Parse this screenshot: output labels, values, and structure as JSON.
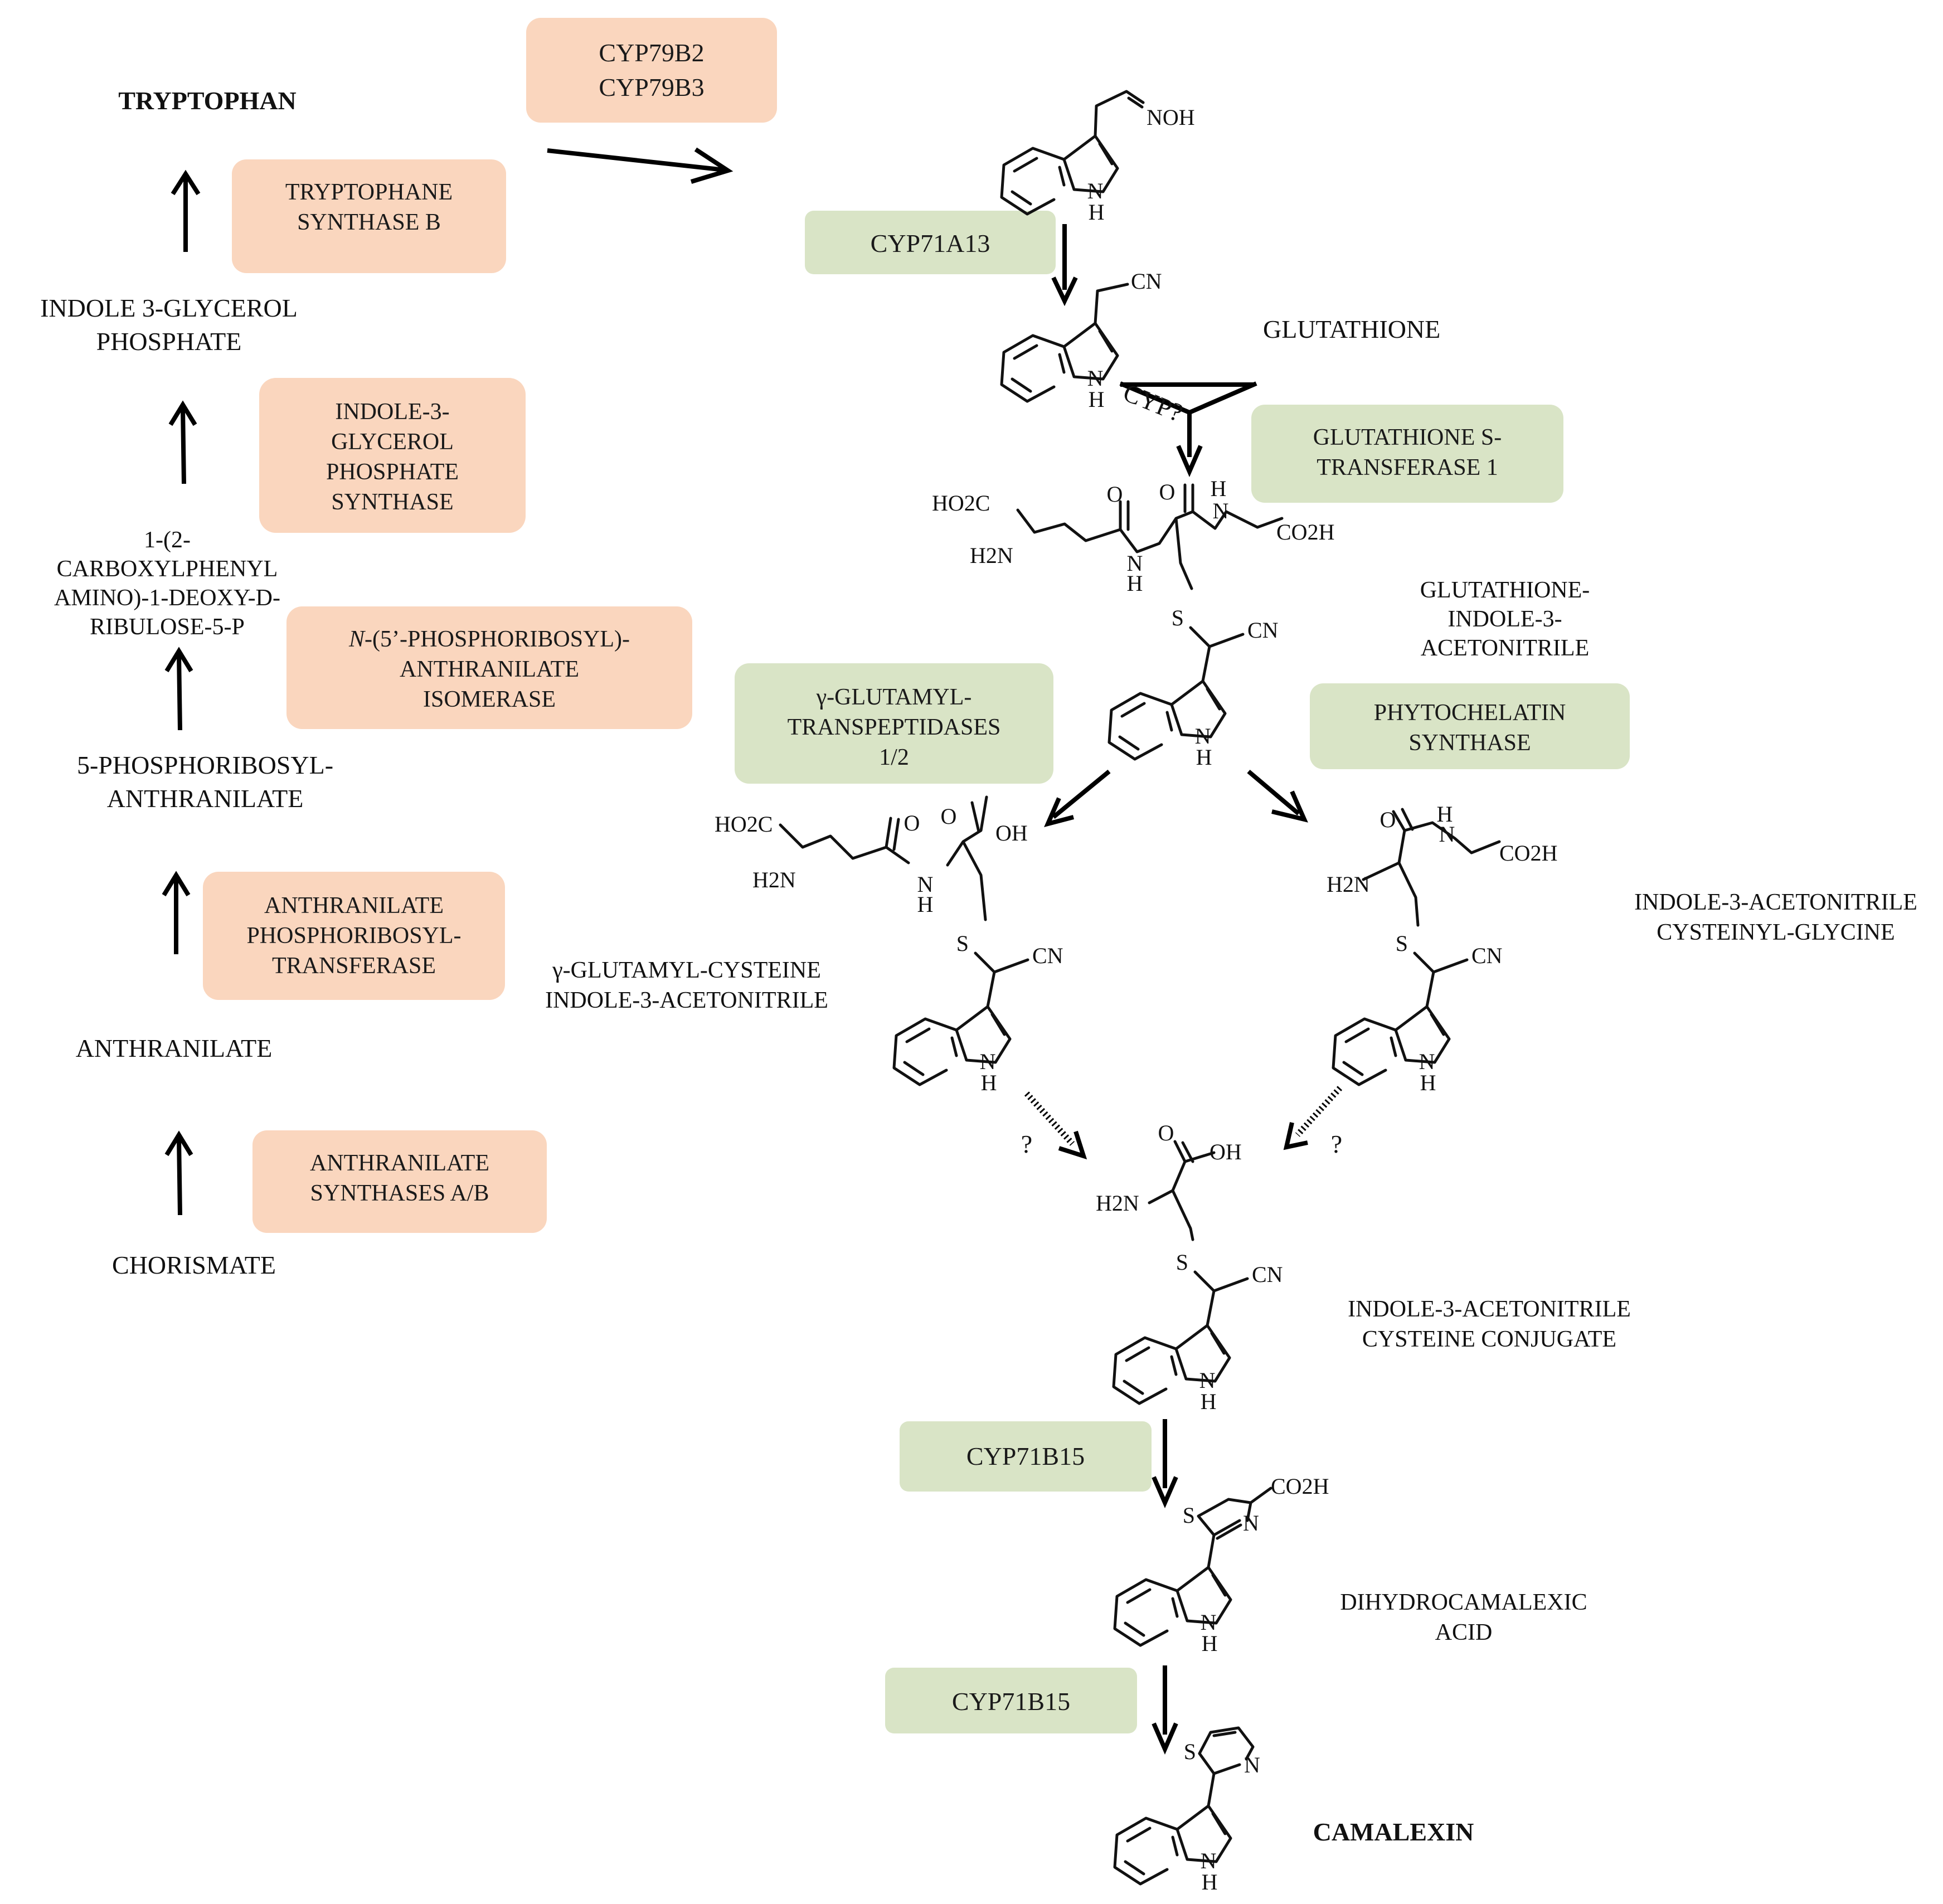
{
  "colors": {
    "orange_box": "#fad6be",
    "green_box": "#d9e4c6",
    "ink": "#111111"
  },
  "left": {
    "tryptophan": "TRYPTOPHAN",
    "indole_3_glycerol_phosphate": [
      "INDOLE 3-GLYCEROL",
      "PHOSPHATE"
    ],
    "carboxyphenyl": [
      "1-(2-",
      "CARBOXYLPHENYL",
      "AMINO)-1-DEOXY-D-",
      "RIBULOSE-5-P"
    ],
    "phosphoribosyl_anthranilate": [
      "5-PHOSPHORIBOSYL-",
      "ANTHRANILATE"
    ],
    "anthranilate": "ANTHRANILATE",
    "chorismate": "CHORISMATE"
  },
  "enzymes_orange": {
    "cyp79b": [
      "CYP79B2",
      "CYP79B3"
    ],
    "tryptophane_synthase": [
      "TRYPTOPHANE",
      "SYNTHASE B"
    ],
    "igps": [
      "INDOLE-3-",
      "GLYCEROL",
      "PHOSPHATE",
      "SYNTHASE"
    ],
    "prai": [
      "N",
      "-(5’-PHOSPHORIBOSYL)-",
      "ANTHRANILATE",
      "ISOMERASE"
    ],
    "anthranilate_prt": [
      "ANTHRANILATE",
      "PHOSPHORIBOSYL-",
      "TRANSFERASE"
    ],
    "anthranilate_synthases": [
      "ANTHRANILATE",
      "SYNTHASES A/B"
    ]
  },
  "enzymes_green": {
    "cyp71a13": "CYP71A13",
    "gst": [
      "GLUTATHIONE S-",
      "TRANSFERASE 1"
    ],
    "ggt": [
      "γ-GLUTAMYL-",
      "TRANSPEPTIDASES",
      "1/2"
    ],
    "pcs": [
      "PHYTOCHELATIN",
      "SYNTHASE"
    ],
    "cyp71b15_a": "CYP71B15",
    "cyp71b15_b": "CYP71B15"
  },
  "right_labels": {
    "glutathione": "GLUTATHIONE",
    "cyp_q": "CYP?",
    "gsh_ian": [
      "GLUTATHIONE-",
      "INDOLE-3-",
      "ACETONITRILE"
    ],
    "gc_ian": [
      "γ-GLUTAMYL-CYSTEINE",
      "INDOLE-3-ACETONITRILE"
    ],
    "ian_cysgly": [
      "INDOLE-3-ACETONITRILE",
      "CYSTEINYL-GLYCINE"
    ],
    "ian_cys": [
      "INDOLE-3-ACETONITRILE",
      "CYSTEINE CONJUGATE"
    ],
    "dhca": [
      "DIHYDROCAMALEXIC",
      "ACID"
    ],
    "camalexin": "CAMALEXIN",
    "question": "?"
  },
  "chem": {
    "noh": "NOH",
    "cn": "CN",
    "h": "H",
    "nh_n": "N",
    "o": "O",
    "oh": "OH",
    "s": "S",
    "n": "N",
    "ho2c": "HO2C",
    "h2n": "H2N",
    "co2h": "CO2H"
  }
}
